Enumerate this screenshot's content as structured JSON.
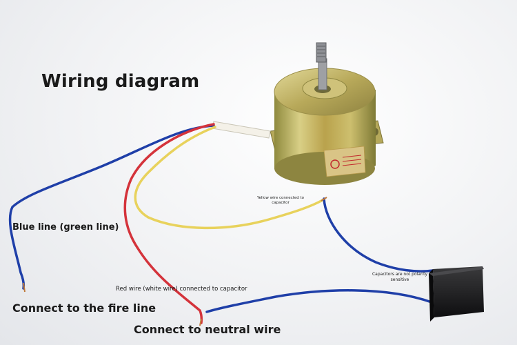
{
  "labels": {
    "title": "Wiring diagram",
    "blue_line": "Blue line (green line)",
    "fire_line": "Connect to the fire line",
    "neutral_wire": "Connect to neutral wire",
    "red_wire": "Red wire (white wire) connected to capacitor",
    "yellow_wire": "Yellow wire connected to capacitor",
    "capacitor_note": "Capacitors are not polarity sensitive"
  },
  "colors": {
    "blue_wire": "#1f3fa8",
    "red_wire": "#d4333b",
    "yellow_wire": "#e8d25c",
    "motor_brass": "#c8b560",
    "capacitor": "#1c1c1e"
  }
}
